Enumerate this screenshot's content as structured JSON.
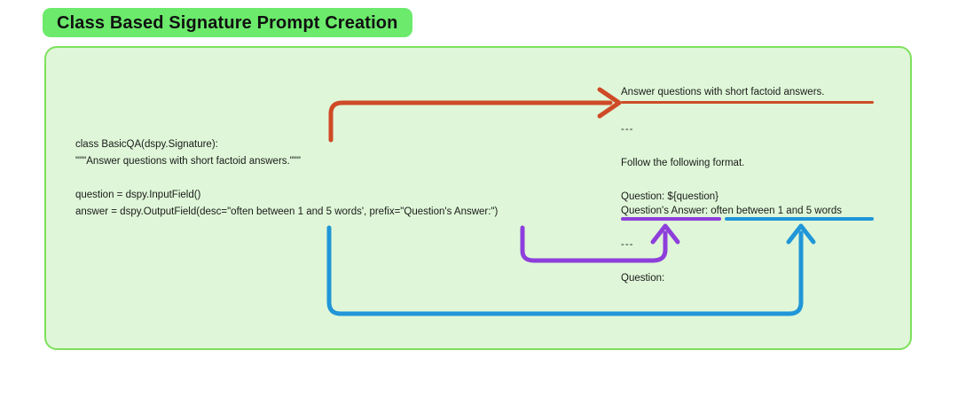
{
  "page": {
    "background": "#ffffff"
  },
  "title": {
    "text": "Class Based Signature Prompt Creation",
    "badge_color": "#6BEA6B",
    "text_color": "#111111"
  },
  "panel": {
    "background": "#DFF7D8",
    "border_color": "#7DE05C"
  },
  "code": {
    "lines": [
      "class BasicQA(dspy.Signature):",
      "\"\"\"Answer questions with short factoid answers.\"\"\"",
      "",
      "question = dspy.InputField()",
      "answer = dspy.OutputField(desc=\"often between 1 and 5 words', prefix=\"Question's Answer:\")"
    ]
  },
  "prompt": {
    "instruction": "Answer questions with short factoid answers.",
    "separator_1": "---",
    "format_header": "Follow the following format.",
    "question_template": "Question: ${question}",
    "answer_prefix": "Question's Answer:",
    "answer_desc": " often between 1 and 5 words",
    "separator_2": "---",
    "question_label": "Question:"
  },
  "arrows": [
    {
      "name": "docstring-to-instruction",
      "color": "#CF4A26",
      "from": "class docstring",
      "to": "prompt instruction line"
    },
    {
      "name": "prefix-to-answer-prefix",
      "color": "#8E3FDB",
      "from": "prefix=\"Question's Answer:\"",
      "to": "Question's Answer: label in prompt"
    },
    {
      "name": "desc-to-answer-desc",
      "color": "#2196D8",
      "from": "desc=\"often between 1 and 5 words\"",
      "to": "often between 1 and 5 words text in prompt"
    }
  ],
  "underlines": {
    "instruction_color": "#CF4A26",
    "prefix_color": "#8E3FDB",
    "desc_color": "#2196D8"
  }
}
